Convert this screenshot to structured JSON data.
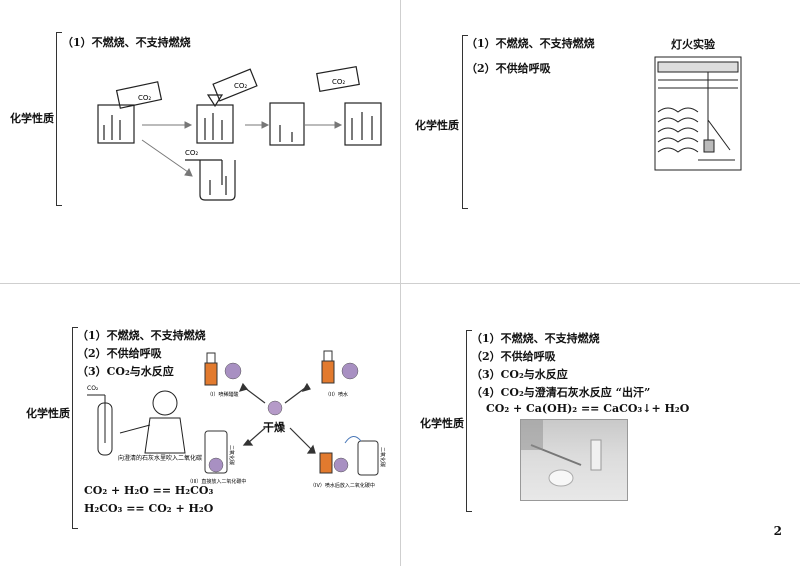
{
  "page_number": "2",
  "slides": [
    {
      "side_label": "化学性质",
      "items": [
        "（1）不燃烧、不支持燃烧"
      ],
      "figure_labels": [
        "CO₂",
        "CO₂",
        "CO₂",
        "CO₂"
      ]
    },
    {
      "side_label": "化学性质",
      "items": [
        "（1）不燃烧、不支持燃烧",
        "（2）不供给呼吸"
      ],
      "figure_title": "灯火实验"
    },
    {
      "side_label": "化学性质",
      "items": [
        "（1）不燃烧、不支持燃烧",
        "（2）不供给呼吸",
        "（3）CO₂与水反应"
      ],
      "center_label": "干燥",
      "captions": [
        "（I）喷稀醋酸",
        "（II）喷水",
        "（III）直接放入二氧化碳中",
        "（IV）喷水后放入二氧化碳中",
        "向澄清的石灰水里吹入二氧化碳",
        "CO₂",
        "二氧化碳",
        "二氧化碳"
      ],
      "equations": [
        "CO₂ + H₂O == H₂CO₃",
        "H₂CO₃ == CO₂ + H₂O"
      ]
    },
    {
      "side_label": "化学性质",
      "items": [
        "（1）不燃烧、不支持燃烧",
        "（2）不供给呼吸",
        "（3）CO₂与水反应",
        "（4）CO₂与澄清石灰水反应 “出汗”"
      ],
      "equation": "CO₂ + Ca(OH)₂ == CaCO₃↓+ H₂O"
    }
  ]
}
